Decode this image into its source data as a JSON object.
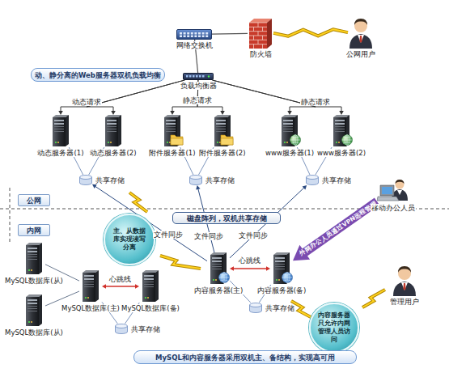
{
  "diagram": {
    "nodes": [
      {
        "text": [
          "网络交换机"
        ]
      },
      {
        "text": [
          "防火墙"
        ]
      },
      {
        "text": [
          "公网用户"
        ]
      },
      {
        "text": [
          "动、静分离的Web服务器双机负载均衡"
        ]
      },
      {
        "text": [
          "负载均衡器"
        ]
      },
      {
        "text": [
          "动态服务器(1)"
        ]
      },
      {
        "text": [
          "动态服务器(2)"
        ]
      },
      {
        "text": [
          "附件服务器(1)"
        ]
      },
      {
        "text": [
          "附件服务器(2)"
        ]
      },
      {
        "text": [
          "www服务器(1)"
        ]
      },
      {
        "text": [
          "www服务器(2)"
        ]
      },
      {
        "text": [
          "共享存储"
        ]
      },
      {
        "text": [
          "共享存储"
        ]
      },
      {
        "text": [
          "共享存储"
        ]
      },
      {
        "text": [
          "公网"
        ]
      },
      {
        "text": [
          "磁盘阵列，双机共享存储"
        ]
      },
      {
        "text": [
          "移动办公人员"
        ]
      },
      {
        "text": [
          "内网"
        ]
      },
      {
        "text": [
          "主、从数据库实现读写分离"
        ]
      },
      {
        "text": [
          "MySQL数据库(从)"
        ]
      },
      {
        "text": [
          "MySQL数据库(主)"
        ]
      },
      {
        "text": [
          "MySQL数据库(备)"
        ]
      },
      {
        "text": [
          "MySQL数据库(从)"
        ]
      },
      {
        "text": [
          "共享存储"
        ]
      },
      {
        "text": [
          "内容服务器(主)"
        ]
      },
      {
        "text": [
          "内容服务器(备)"
        ]
      },
      {
        "text": [
          "共享存储"
        ]
      },
      {
        "text": [
          "管理用户"
        ]
      },
      {
        "text": [
          "内容服务器只允许内网管理人员访问"
        ]
      },
      {
        "text": [
          "MySQL和内容服务器采用双机主、备结构，实现高可用"
        ]
      }
    ],
    "edges": [
      {
        "from": 0,
        "to": 1,
        "arrow": "none"
      },
      {
        "from": 2,
        "to": 1,
        "arrow": "none"
      },
      {
        "from": 0,
        "to": 4,
        "arrow": "none"
      },
      {
        "from": 4,
        "to": 5,
        "arrow": "to",
        "label": "动态请求"
      },
      {
        "from": 4,
        "to": 6,
        "arrow": "to"
      },
      {
        "from": 4,
        "to": 7,
        "arrow": "to",
        "label": "静态请求"
      },
      {
        "from": 4,
        "to": 8,
        "arrow": "to"
      },
      {
        "from": 4,
        "to": 9,
        "arrow": "to",
        "label": "静态请求"
      },
      {
        "from": 4,
        "to": 10,
        "arrow": "to"
      },
      {
        "from": 5,
        "to": 11,
        "arrow": "none"
      },
      {
        "from": 6,
        "to": 11,
        "arrow": "none"
      },
      {
        "from": 7,
        "to": 12,
        "arrow": "none"
      },
      {
        "from": 8,
        "to": 12,
        "arrow": "none"
      },
      {
        "from": 9,
        "to": 13,
        "arrow": "none"
      },
      {
        "from": 10,
        "to": 13,
        "arrow": "none"
      },
      {
        "from": 24,
        "to": 11,
        "arrow": "to",
        "label": "文件同步"
      },
      {
        "from": 24,
        "to": 12,
        "arrow": "to",
        "label": "文件同步"
      },
      {
        "from": 24,
        "to": 13,
        "arrow": "to",
        "label": "文件同步"
      },
      {
        "from": 24,
        "to": 25,
        "arrow": "both",
        "label": "心跳线"
      },
      {
        "from": 20,
        "to": 21,
        "arrow": "both",
        "label": "心跳线"
      },
      {
        "from": 20,
        "to": 19,
        "arrow": "none"
      },
      {
        "from": 20,
        "to": 22,
        "arrow": "none"
      },
      {
        "from": 20,
        "to": 23,
        "arrow": "none"
      },
      {
        "from": 21,
        "to": 23,
        "arrow": "none"
      },
      {
        "from": 24,
        "to": 26,
        "arrow": "none"
      },
      {
        "from": 25,
        "to": 26,
        "arrow": "none"
      },
      {
        "from": 16,
        "to": 25,
        "arrow": "to",
        "label": "外网办公人员通过VPN远程管理"
      }
    ]
  }
}
